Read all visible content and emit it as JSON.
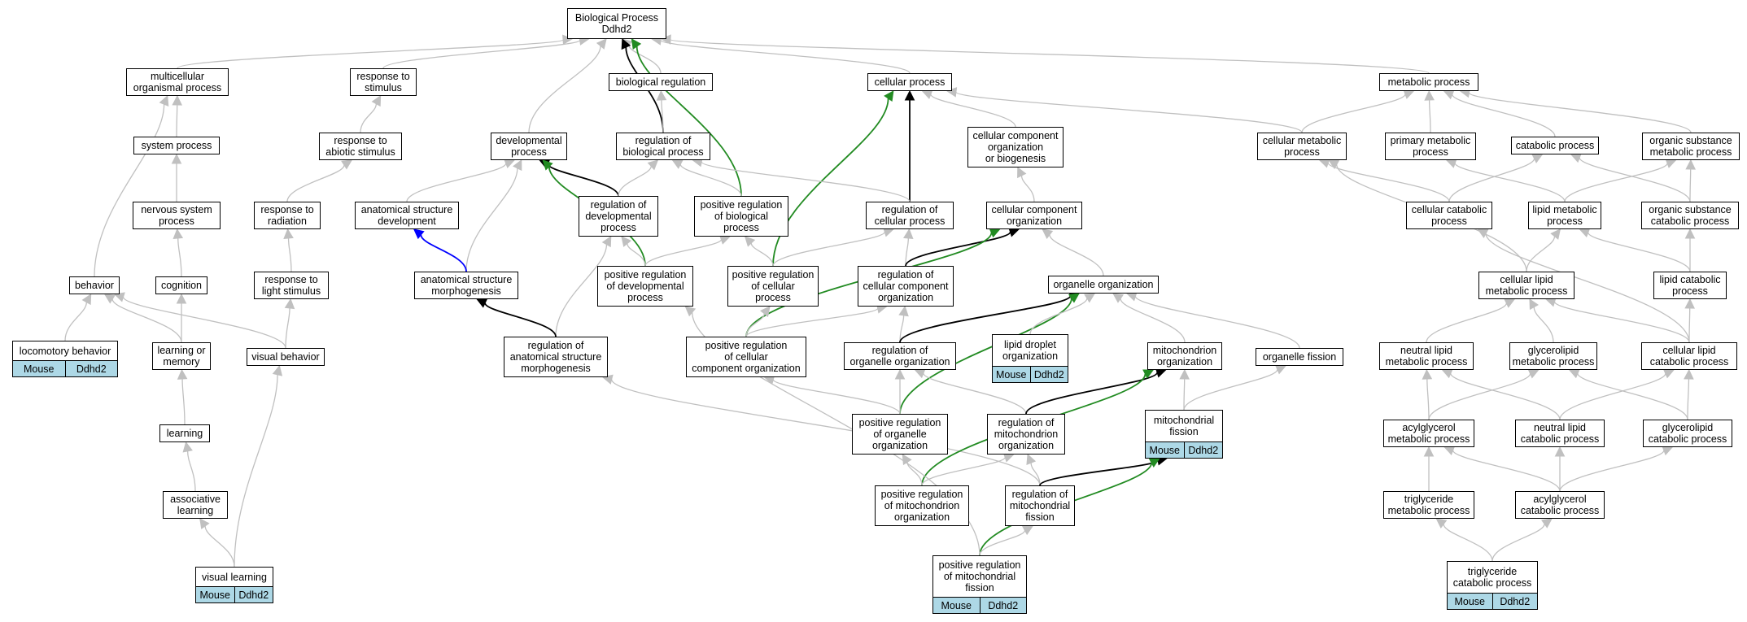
{
  "diagram": {
    "colors": {
      "is_a": "#c0c0c0",
      "part_of": "#000000",
      "regulates": "#228b22",
      "negatively_regulates": "#0000ff",
      "annotation_bar": "#add8e6"
    },
    "nodes": {
      "bp": {
        "label": "Biological Process\nDdhd2"
      },
      "mop": {
        "label": "multicellular\norganismal process"
      },
      "rts": {
        "label": "response to\nstimulus"
      },
      "breg": {
        "label": "biological regulation"
      },
      "cp": {
        "label": "cellular process"
      },
      "mp": {
        "label": "metabolic process"
      },
      "sysp": {
        "label": "system process"
      },
      "ras": {
        "label": "response to\nabiotic stimulus"
      },
      "devp": {
        "label": "developmental\nprocess"
      },
      "rbp": {
        "label": "regulation of\nbiological process"
      },
      "ccob": {
        "label": "cellular component\norganization\nor biogenesis"
      },
      "cmp": {
        "label": "cellular metabolic\nprocess"
      },
      "pmp": {
        "label": "primary metabolic\nprocess"
      },
      "catp": {
        "label": "catabolic process"
      },
      "osmp": {
        "label": "organic substance\nmetabolic process"
      },
      "nsp": {
        "label": "nervous system\nprocess"
      },
      "rtr": {
        "label": "response to\nradiation"
      },
      "asd": {
        "label": "anatomical structure\ndevelopment"
      },
      "rdp": {
        "label": "regulation of\ndevelopmental\nprocess"
      },
      "prbp": {
        "label": "positive regulation\nof biological\nprocess"
      },
      "rcp": {
        "label": "regulation of\ncellular process"
      },
      "cco": {
        "label": "cellular component\norganization"
      },
      "ccatp": {
        "label": "cellular catabolic\nprocess"
      },
      "lmp": {
        "label": "lipid metabolic\nprocess"
      },
      "oscp": {
        "label": "organic substance\ncatabolic process"
      },
      "beh": {
        "label": "behavior"
      },
      "cog": {
        "label": "cognition"
      },
      "rls": {
        "label": "response to\nlight stimulus"
      },
      "asm": {
        "label": "anatomical structure\nmorphogenesis"
      },
      "prdp": {
        "label": "positive regulation\nof developmental\nprocess"
      },
      "prcp": {
        "label": "positive regulation\nof cellular\nprocess"
      },
      "rcco": {
        "label": "regulation of\ncellular component\norganization"
      },
      "oo": {
        "label": "organelle organization"
      },
      "clmp": {
        "label": "cellular lipid\nmetabolic process"
      },
      "lcp": {
        "label": "lipid catabolic\nprocess"
      },
      "lb": {
        "label": "locomotory behavior",
        "annot": [
          "Mouse",
          "Ddhd2"
        ]
      },
      "lom": {
        "label": "learning or\nmemory"
      },
      "vb": {
        "label": "visual behavior"
      },
      "rasm": {
        "label": "regulation of\nanatomical structure\nmorphogenesis"
      },
      "prcco": {
        "label": "positive regulation\nof cellular\ncomponent organization"
      },
      "roo": {
        "label": "regulation of\norganelle organization"
      },
      "ldo": {
        "label": "lipid droplet\norganization",
        "annot": [
          "Mouse",
          "Ddhd2"
        ]
      },
      "mito": {
        "label": "mitochondrion\norganization"
      },
      "of": {
        "label": "organelle fission"
      },
      "nlmp": {
        "label": "neutral lipid\nmetabolic process"
      },
      "glmp": {
        "label": "glycerolipid\nmetabolic process"
      },
      "clcp": {
        "label": "cellular lipid\ncatabolic process"
      },
      "learn": {
        "label": "learning"
      },
      "proo": {
        "label": "positive regulation\nof organelle\norganization"
      },
      "rmo": {
        "label": "regulation of\nmitochondrion\norganization"
      },
      "mf": {
        "label": "mitochondrial\nfission",
        "annot": [
          "Mouse",
          "Ddhd2"
        ]
      },
      "agmp": {
        "label": "acylglycerol\nmetabolic process"
      },
      "nlcp": {
        "label": "neutral lipid\ncatabolic process"
      },
      "glcp": {
        "label": "glycerolipid\ncatabolic process"
      },
      "al": {
        "label": "associative\nlearning"
      },
      "prmo": {
        "label": "positive regulation\nof mitochondrion\norganization"
      },
      "rmf": {
        "label": "regulation of\nmitochondrial\nfission"
      },
      "tgmp": {
        "label": "triglyceride\nmetabolic process"
      },
      "agcp": {
        "label": "acylglycerol\ncatabolic process"
      },
      "vl": {
        "label": "visual learning",
        "annot": [
          "Mouse",
          "Ddhd2"
        ]
      },
      "prmf": {
        "label": "positive regulation\nof mitochondrial\nfission",
        "annot": [
          "Mouse",
          "Ddhd2"
        ]
      },
      "tgcp": {
        "label": "triglyceride\ncatabolic process",
        "annot": [
          "Mouse",
          "Ddhd2"
        ]
      }
    },
    "edges": [
      {
        "from": "mop",
        "to": "bp",
        "type": "is_a"
      },
      {
        "from": "rts",
        "to": "bp",
        "type": "is_a"
      },
      {
        "from": "breg",
        "to": "bp",
        "type": "is_a"
      },
      {
        "from": "cp",
        "to": "bp",
        "type": "is_a"
      },
      {
        "from": "mp",
        "to": "bp",
        "type": "is_a"
      },
      {
        "from": "devp",
        "to": "bp",
        "type": "is_a"
      },
      {
        "from": "rbp",
        "to": "bp",
        "type": "part_of"
      },
      {
        "from": "prbp",
        "to": "bp",
        "type": "regulates"
      },
      {
        "from": "sysp",
        "to": "mop",
        "type": "is_a"
      },
      {
        "from": "beh",
        "to": "mop",
        "type": "is_a"
      },
      {
        "from": "ras",
        "to": "rts",
        "type": "is_a"
      },
      {
        "from": "rbp",
        "to": "breg",
        "type": "is_a"
      },
      {
        "from": "rcp",
        "to": "cp",
        "type": "part_of"
      },
      {
        "from": "prcp",
        "to": "cp",
        "type": "regulates"
      },
      {
        "from": "ccob",
        "to": "cp",
        "type": "is_a"
      },
      {
        "from": "cmp",
        "to": "cp",
        "type": "is_a"
      },
      {
        "from": "cmp",
        "to": "mp",
        "type": "is_a"
      },
      {
        "from": "pmp",
        "to": "mp",
        "type": "is_a"
      },
      {
        "from": "catp",
        "to": "mp",
        "type": "is_a"
      },
      {
        "from": "osmp",
        "to": "mp",
        "type": "is_a"
      },
      {
        "from": "nsp",
        "to": "sysp",
        "type": "is_a"
      },
      {
        "from": "rtr",
        "to": "ras",
        "type": "is_a"
      },
      {
        "from": "asd",
        "to": "devp",
        "type": "is_a"
      },
      {
        "from": "asm",
        "to": "devp",
        "type": "is_a"
      },
      {
        "from": "rdp",
        "to": "devp",
        "type": "part_of"
      },
      {
        "from": "prdp",
        "to": "devp",
        "type": "regulates"
      },
      {
        "from": "rdp",
        "to": "rbp",
        "type": "is_a"
      },
      {
        "from": "prbp",
        "to": "rbp",
        "type": "is_a"
      },
      {
        "from": "rcp",
        "to": "rbp",
        "type": "is_a"
      },
      {
        "from": "cco",
        "to": "ccob",
        "type": "is_a"
      },
      {
        "from": "ccatp",
        "to": "cmp",
        "type": "is_a"
      },
      {
        "from": "clmp",
        "to": "cmp",
        "type": "is_a"
      },
      {
        "from": "lmp",
        "to": "pmp",
        "type": "is_a"
      },
      {
        "from": "ccatp",
        "to": "catp",
        "type": "is_a"
      },
      {
        "from": "oscp",
        "to": "catp",
        "type": "is_a"
      },
      {
        "from": "lmp",
        "to": "osmp",
        "type": "is_a"
      },
      {
        "from": "oscp",
        "to": "osmp",
        "type": "is_a"
      },
      {
        "from": "cog",
        "to": "nsp",
        "type": "is_a"
      },
      {
        "from": "rls",
        "to": "rtr",
        "type": "is_a"
      },
      {
        "from": "asm",
        "to": "asd",
        "type": "negatively_regulates"
      },
      {
        "from": "rasm",
        "to": "rdp",
        "type": "is_a"
      },
      {
        "from": "prdp",
        "to": "rdp",
        "type": "is_a"
      },
      {
        "from": "prdp",
        "to": "prbp",
        "type": "is_a"
      },
      {
        "from": "prcp",
        "to": "prbp",
        "type": "is_a"
      },
      {
        "from": "prcp",
        "to": "rcp",
        "type": "is_a"
      },
      {
        "from": "rcco",
        "to": "rcp",
        "type": "is_a"
      },
      {
        "from": "rcco",
        "to": "cco",
        "type": "part_of"
      },
      {
        "from": "prcco",
        "to": "cco",
        "type": "regulates"
      },
      {
        "from": "oo",
        "to": "cco",
        "type": "is_a"
      },
      {
        "from": "clcp",
        "to": "ccatp",
        "type": "is_a"
      },
      {
        "from": "clmp",
        "to": "lmp",
        "type": "is_a"
      },
      {
        "from": "lcp",
        "to": "lmp",
        "type": "is_a"
      },
      {
        "from": "lcp",
        "to": "oscp",
        "type": "is_a"
      },
      {
        "from": "lb",
        "to": "beh",
        "type": "is_a"
      },
      {
        "from": "lom",
        "to": "beh",
        "type": "is_a"
      },
      {
        "from": "vb",
        "to": "beh",
        "type": "is_a"
      },
      {
        "from": "lom",
        "to": "cog",
        "type": "is_a"
      },
      {
        "from": "vb",
        "to": "rls",
        "type": "is_a"
      },
      {
        "from": "rasm",
        "to": "asm",
        "type": "part_of"
      },
      {
        "from": "prcco",
        "to": "prcp",
        "type": "is_a"
      },
      {
        "from": "prcco",
        "to": "rcco",
        "type": "is_a"
      },
      {
        "from": "roo",
        "to": "rcco",
        "type": "is_a"
      },
      {
        "from": "roo",
        "to": "oo",
        "type": "part_of"
      },
      {
        "from": "proo",
        "to": "oo",
        "type": "regulates"
      },
      {
        "from": "ldo",
        "to": "oo",
        "type": "is_a"
      },
      {
        "from": "mito",
        "to": "oo",
        "type": "is_a"
      },
      {
        "from": "of",
        "to": "oo",
        "type": "is_a"
      },
      {
        "from": "nlmp",
        "to": "clmp",
        "type": "is_a"
      },
      {
        "from": "glmp",
        "to": "clmp",
        "type": "is_a"
      },
      {
        "from": "clcp",
        "to": "clmp",
        "type": "is_a"
      },
      {
        "from": "clcp",
        "to": "lcp",
        "type": "is_a"
      },
      {
        "from": "learn",
        "to": "lom",
        "type": "is_a"
      },
      {
        "from": "vl",
        "to": "vb",
        "type": "is_a"
      },
      {
        "from": "rmf",
        "to": "rasm",
        "type": "is_a"
      },
      {
        "from": "proo",
        "to": "prcco",
        "type": "is_a"
      },
      {
        "from": "proo",
        "to": "roo",
        "type": "is_a"
      },
      {
        "from": "rmo",
        "to": "roo",
        "type": "is_a"
      },
      {
        "from": "rmo",
        "to": "mito",
        "type": "part_of"
      },
      {
        "from": "prmo",
        "to": "mito",
        "type": "regulates"
      },
      {
        "from": "mf",
        "to": "mito",
        "type": "is_a"
      },
      {
        "from": "mf",
        "to": "of",
        "type": "is_a"
      },
      {
        "from": "agmp",
        "to": "nlmp",
        "type": "is_a"
      },
      {
        "from": "agmp",
        "to": "glmp",
        "type": "is_a"
      },
      {
        "from": "nlcp",
        "to": "nlmp",
        "type": "is_a"
      },
      {
        "from": "glcp",
        "to": "glmp",
        "type": "is_a"
      },
      {
        "from": "nlcp",
        "to": "clcp",
        "type": "is_a"
      },
      {
        "from": "glcp",
        "to": "clcp",
        "type": "is_a"
      },
      {
        "from": "al",
        "to": "learn",
        "type": "is_a"
      },
      {
        "from": "prmo",
        "to": "proo",
        "type": "is_a"
      },
      {
        "from": "prmo",
        "to": "rmo",
        "type": "is_a"
      },
      {
        "from": "rmf",
        "to": "rmo",
        "type": "is_a"
      },
      {
        "from": "rmf",
        "to": "mf",
        "type": "part_of"
      },
      {
        "from": "prmf",
        "to": "mf",
        "type": "regulates"
      },
      {
        "from": "tgmp",
        "to": "agmp",
        "type": "is_a"
      },
      {
        "from": "agcp",
        "to": "agmp",
        "type": "is_a"
      },
      {
        "from": "agcp",
        "to": "nlcp",
        "type": "is_a"
      },
      {
        "from": "agcp",
        "to": "glcp",
        "type": "is_a"
      },
      {
        "from": "vl",
        "to": "al",
        "type": "is_a"
      },
      {
        "from": "prmf",
        "to": "rmf",
        "type": "is_a"
      },
      {
        "from": "prmf",
        "to": "prdp",
        "type": "is_a"
      },
      {
        "from": "tgcp",
        "to": "tgmp",
        "type": "is_a"
      },
      {
        "from": "tgcp",
        "to": "agcp",
        "type": "is_a"
      }
    ]
  }
}
